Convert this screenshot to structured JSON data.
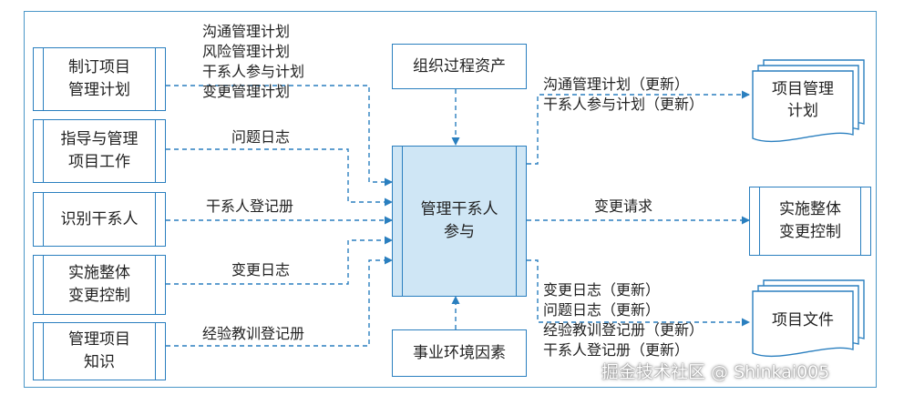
{
  "left_inputs": [
    {
      "id": "develop",
      "label": "制订项目\n管理计划"
    },
    {
      "id": "direct",
      "label": "指导与管理\n项目工作"
    },
    {
      "id": "identify",
      "label": "识别干系人"
    },
    {
      "id": "change_control_in",
      "label": "实施整体\n变更控制"
    },
    {
      "id": "knowledge",
      "label": "管理项目\n知识"
    }
  ],
  "input_labels": {
    "plans": "沟通管理计划\n风险管理计划\n干系人参与计划\n变更管理计划",
    "issue_log": "问题日志",
    "register": "干系人登记册",
    "change_log": "变更日志",
    "lessons": "经验教训登记册"
  },
  "center": {
    "label": "管理干系人\n参与"
  },
  "top_input": "组织过程资产",
  "bottom_input": "事业环境因素",
  "outputs": {
    "plan_updates_label": "沟通管理计划（更新）\n干系人参与计划（更新）",
    "plan_doc": "项目管理\n计划",
    "change_request_label": "变更请求",
    "change_control_out": "实施整体\n变更控制",
    "doc_updates_label": "变更日志（更新）\n问题日志（更新）\n经验教训登记册（更新）\n干系人登记册（更新）",
    "docs": "项目文件"
  },
  "watermark": "掘金技术社区 @ Shinkai005",
  "colors": {
    "border": "#2a7fbf",
    "center_fill": "#cfe6f5",
    "arrow": "#2a7fbf"
  }
}
